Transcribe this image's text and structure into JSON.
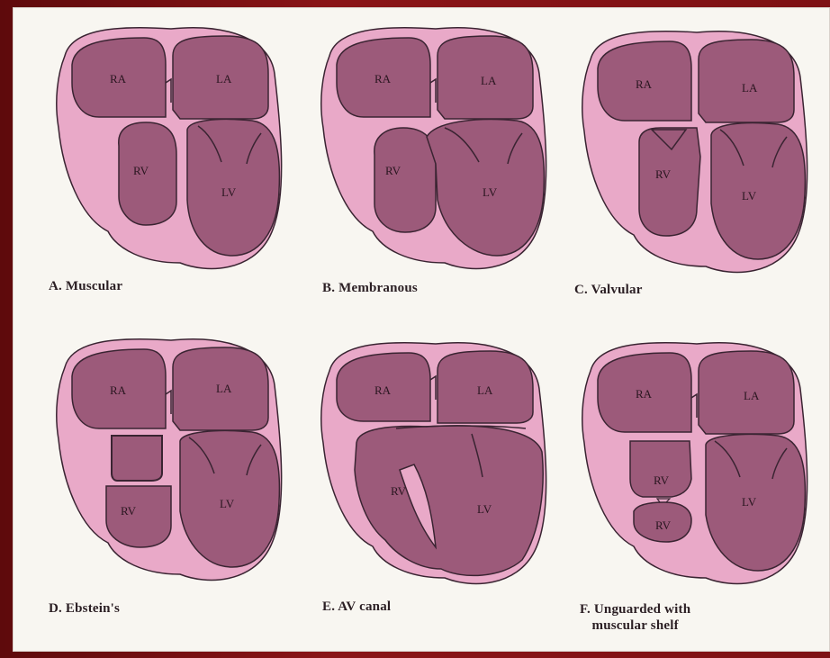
{
  "panels": [
    {
      "caption": "A. Muscular",
      "ra": "RA",
      "la": "LA",
      "rv": "RV",
      "lv": "LV"
    },
    {
      "caption": "B. Membranous",
      "ra": "RA",
      "la": "LA",
      "rv": "RV",
      "lv": "LV"
    },
    {
      "caption": "C. Valvular",
      "ra": "RA",
      "la": "LA",
      "rv": "RV",
      "lv": "LV"
    },
    {
      "caption": "D. Ebstein's",
      "ra": "RA",
      "la": "LA",
      "rv": "RV",
      "lv": "LV"
    },
    {
      "caption": "E. AV canal",
      "ra": "RA",
      "la": "LA",
      "rv": "RV",
      "lv": "LV"
    },
    {
      "caption_line1": "F. Unguarded with",
      "caption_line2": "muscular shelf",
      "ra": "RA",
      "la": "LA",
      "rv": "RV",
      "rv2": "RV",
      "lv": "LV"
    }
  ],
  "colors": {
    "background_frame": "#7a0f12",
    "panel": "#f8f6f1",
    "heart_outer": "#e9a9c8",
    "chamber": "#9c5a7a",
    "outline": "#3a2432"
  }
}
